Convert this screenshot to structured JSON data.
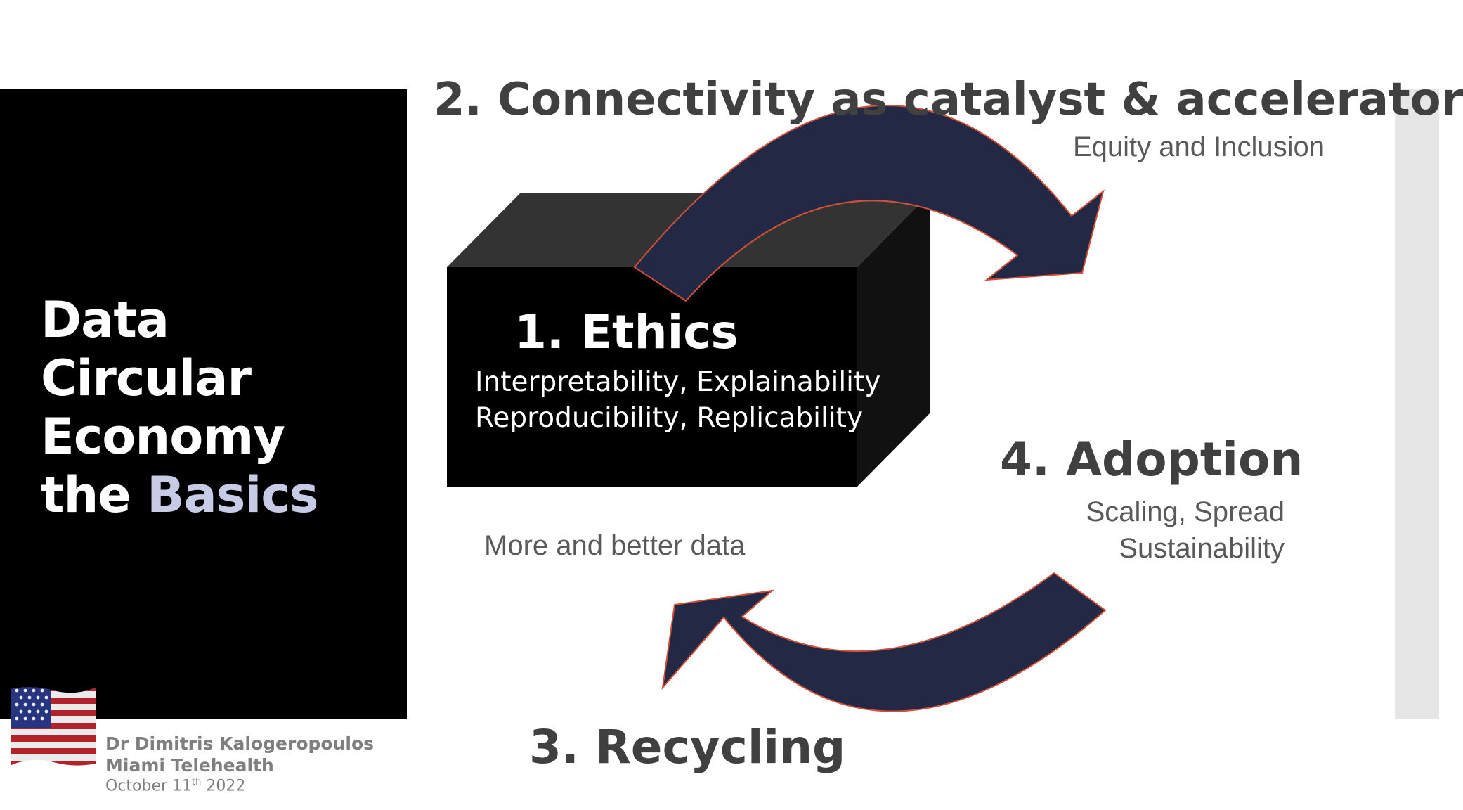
{
  "title": {
    "line1": "Data",
    "line2": "Circular",
    "line3": "Economy",
    "line4_prefix": "the ",
    "line4_accent": "Basics"
  },
  "diagram": {
    "connectivity": {
      "heading": "2. Connectivity as catalyst & accelerator",
      "subtitle": "Equity and Inclusion"
    },
    "ethics": {
      "heading": "1. Ethics",
      "detail_line1": "Interpretability, Explainability",
      "detail_line2": "Reproducibility, Replicability"
    },
    "adoption": {
      "heading": "4. Adoption",
      "detail_line1": "Scaling, Spread",
      "detail_line2": "Sustainability"
    },
    "data_note": "More and better data",
    "recycling": {
      "heading": "3. Recycling"
    }
  },
  "footer": {
    "author": "Dr Dimitris Kalogeropoulos",
    "organization": "Miami Telehealth",
    "date_prefix": "October 11",
    "date_superscript": "th",
    "date_suffix": " 2022"
  },
  "icons": {
    "flag": "us-flag-icon",
    "arrow_top": "curved-arrow-icon",
    "arrow_bottom": "curved-arrow-icon",
    "box": "3d-box-shape"
  },
  "colors": {
    "arrow_fill": "#232845",
    "arrow_outline": "#d0503a",
    "accent_text": "#c8cbe6",
    "heading_text": "#404040"
  }
}
